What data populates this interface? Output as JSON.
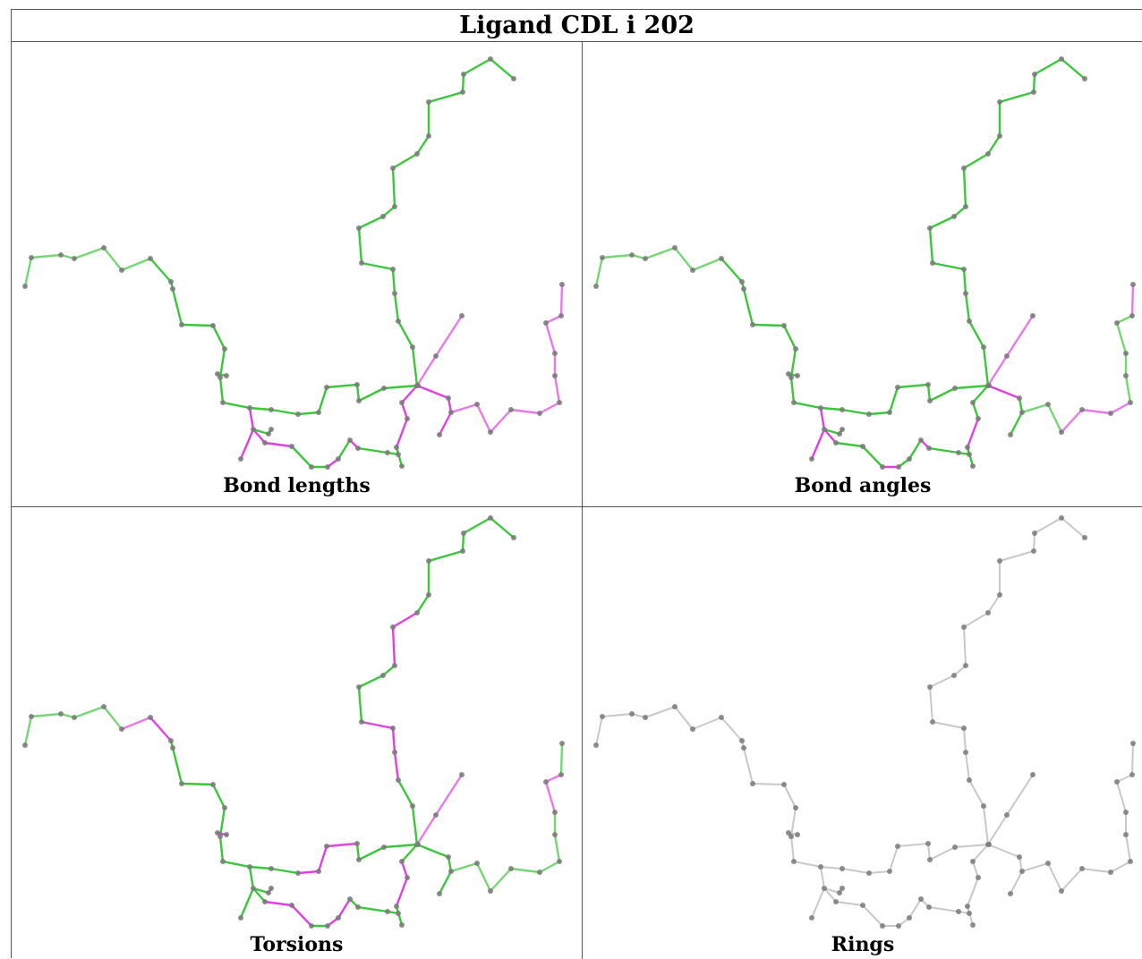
{
  "title": "Ligand CDL i 202",
  "colors": {
    "ok": "#3bc63b",
    "outlier": "#e040e0",
    "none": "#c8c8c8",
    "atom": "#7a7a7a"
  },
  "panels": [
    {
      "id": "bond-lengths",
      "caption": "Bond lengths",
      "highlight": [
        [
          0.515,
          0.585
        ],
        [
          0.585,
          0.645
        ],
        [
          0.645,
          0.71
        ],
        [
          0.71,
          0.77
        ],
        [
          0.77,
          0.83
        ],
        [
          0.83,
          0.845
        ],
        [
          0.862,
          0.88
        ],
        [
          0.52,
          0.54
        ],
        [
          0.895,
          0.91
        ],
        [
          0.565,
          0.585
        ]
      ]
    },
    {
      "id": "bond-angles",
      "caption": "Bond angles",
      "highlight": [
        [
          0.515,
          0.565
        ],
        [
          0.68,
          0.71
        ],
        [
          0.775,
          0.83
        ],
        [
          0.855,
          0.875
        ],
        [
          0.895,
          0.915
        ],
        [
          0.62,
          0.645
        ]
      ]
    },
    {
      "id": "torsions",
      "caption": "Torsions",
      "highlight": [
        [
          0.06,
          0.09
        ],
        [
          0.215,
          0.255
        ],
        [
          0.33,
          0.37
        ],
        [
          0.52,
          0.55
        ],
        [
          0.605,
          0.63
        ],
        [
          0.74,
          0.77
        ],
        [
          0.83,
          0.86
        ],
        [
          0.945,
          0.975
        ],
        [
          0.415,
          0.44
        ],
        [
          0.875,
          0.9
        ]
      ]
    },
    {
      "id": "rings",
      "caption": "Rings",
      "highlight": []
    }
  ]
}
